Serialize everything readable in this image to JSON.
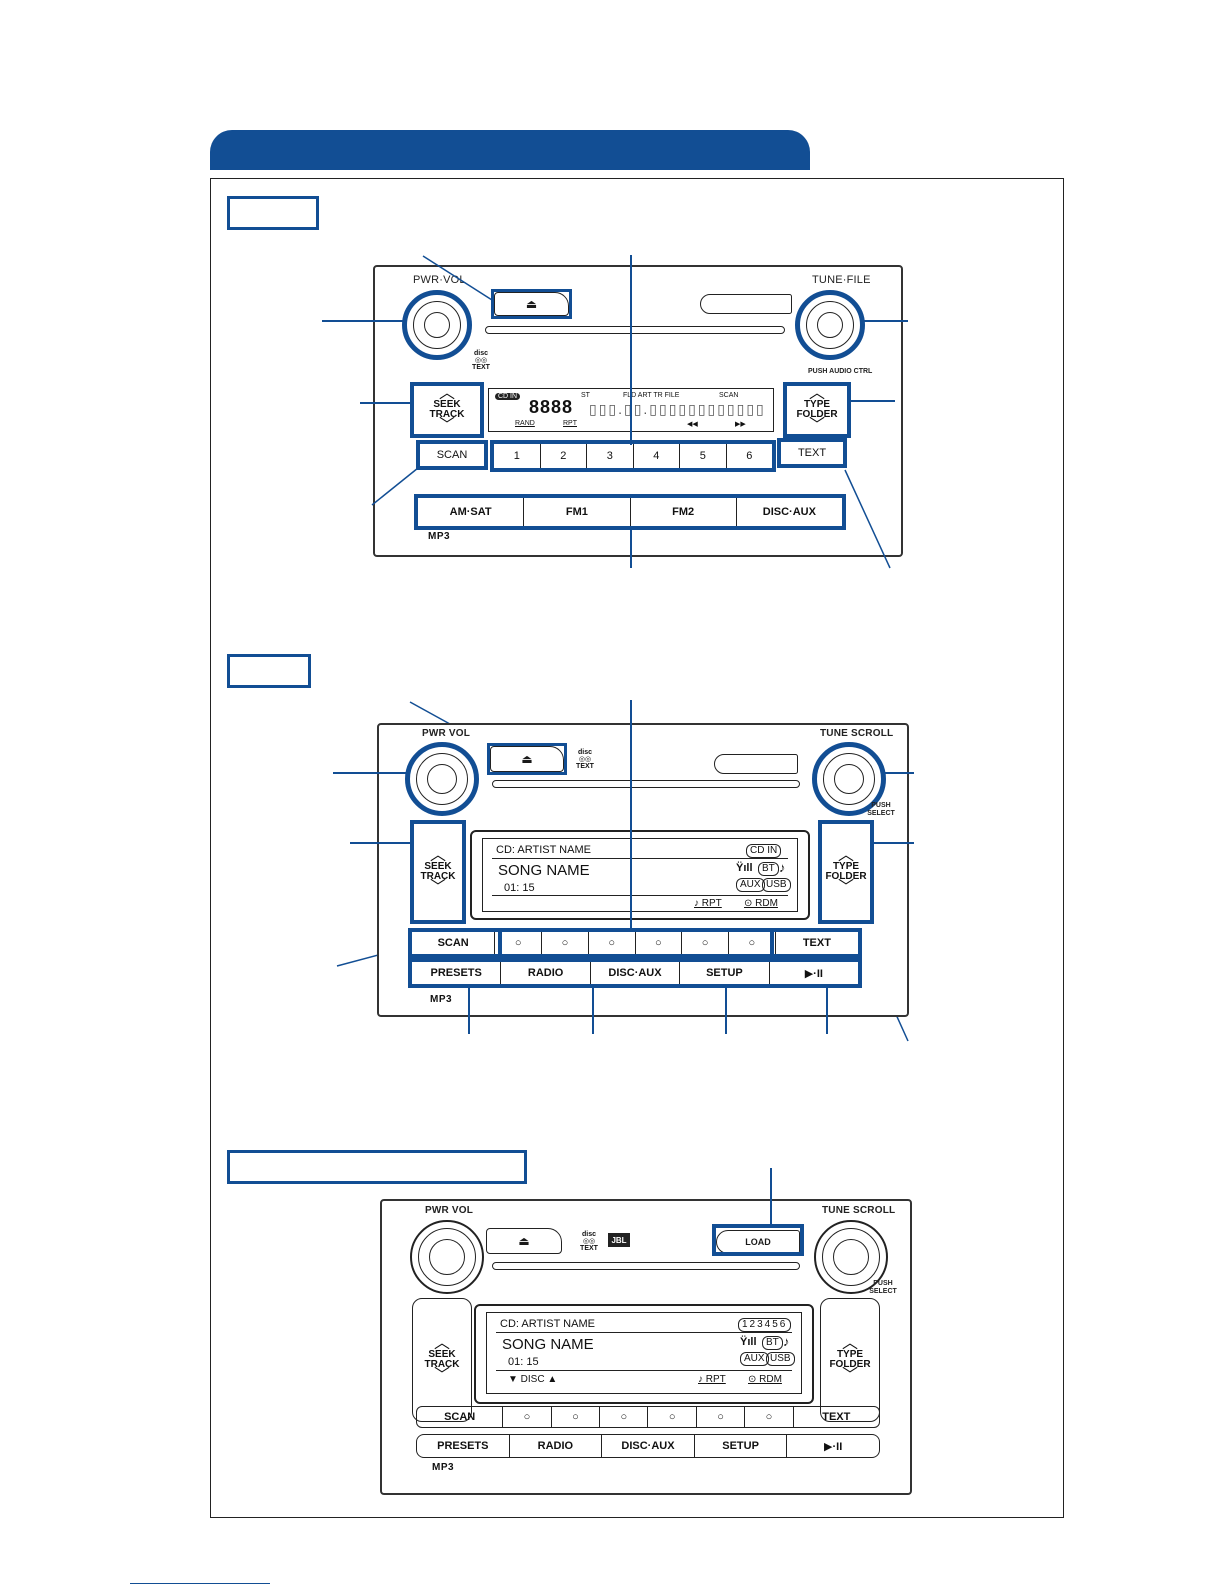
{
  "unit1": {
    "knob_left": "PWR·VOL",
    "knob_right": "TUNE·FILE",
    "knob_right_sub": "PUSH AUDIO CTRL",
    "seek": {
      "line1": "SEEK",
      "line2": "TRACK"
    },
    "type": {
      "line1": "TYPE",
      "line2": "FOLDER"
    },
    "scan": "SCAN",
    "text": "TEXT",
    "presets": [
      "1",
      "2",
      "3",
      "4",
      "5",
      "6"
    ],
    "bands": [
      "AM·SAT",
      "FM1",
      "FM2",
      "DISC·AUX"
    ],
    "lcd": {
      "badge": "CD IN",
      "st": "ST",
      "fld": "FLD  ART  TR  FILE",
      "scan": "SCAN",
      "rand": "RAND",
      "rpt": "RPT",
      "rew": "◀◀",
      "ff": "▶▶"
    },
    "mp3": "MP3",
    "eject": "⏏"
  },
  "unit2": {
    "knob_left": "PWR VOL",
    "knob_right": "TUNE SCROLL",
    "knob_right_sub": "PUSH SELECT",
    "seek": {
      "line1": "SEEK",
      "line2": "TRACK"
    },
    "type": {
      "line1": "TYPE",
      "line2": "FOLDER"
    },
    "scan": "SCAN",
    "text": "TEXT",
    "presets": [
      "○",
      "○",
      "○",
      "○",
      "○",
      "○"
    ],
    "bottom": [
      "PRESETS",
      "RADIO",
      "DISC·AUX",
      "SETUP",
      "▶·II"
    ],
    "screen": {
      "source": "CD:  ARTIST NAME",
      "cd_in": "CD IN",
      "song": "SONG NAME",
      "time": "01: 15",
      "bt": "BT",
      "aux": "AUX",
      "usb": "USB",
      "rpt": "♪ RPT",
      "rdm": "⊙ RDM",
      "signal": "Ÿıll",
      "note": "♪"
    },
    "mp3": "MP3",
    "eject": "⏏"
  },
  "unit3": {
    "knob_left": "PWR VOL",
    "knob_right": "TUNE SCROLL",
    "knob_right_sub": "PUSH SELECT",
    "load": "LOAD",
    "logo": "JBL",
    "seek": {
      "line1": "SEEK",
      "line2": "TRACK"
    },
    "type": {
      "line1": "TYPE",
      "line2": "FOLDER"
    },
    "scan": "SCAN",
    "text": "TEXT",
    "presets": [
      "○",
      "○",
      "○",
      "○",
      "○",
      "○"
    ],
    "bottom": [
      "PRESETS",
      "RADIO",
      "DISC·AUX",
      "SETUP",
      "▶·II"
    ],
    "screen": {
      "source": "CD:  ARTIST NAME",
      "discs": "123456",
      "song": "SONG NAME",
      "time": "01: 15",
      "bt": "BT",
      "aux": "AUX",
      "usb": "USB",
      "disc": "▼   DISC   ▲",
      "rpt": "♪ RPT",
      "rdm": "⊙ RDM",
      "signal": "Ÿıll",
      "note": "♪"
    },
    "mp3": "MP3",
    "eject": "⏏"
  },
  "colors": {
    "accent": "#124e94"
  }
}
